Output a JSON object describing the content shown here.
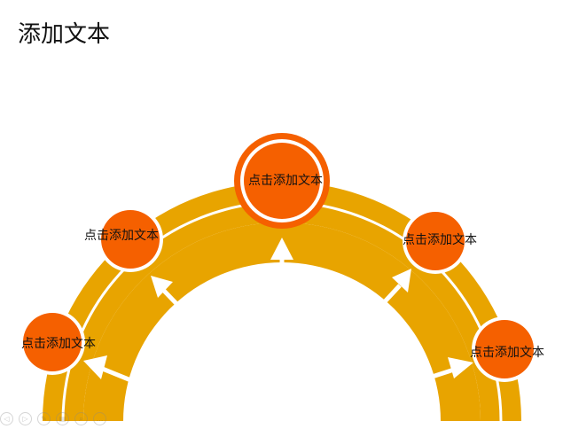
{
  "slide": {
    "title": "添加文本"
  },
  "diagram": {
    "nodes": [
      {
        "label": "点击添加文本"
      },
      {
        "label": "点击添加文本"
      },
      {
        "label": "点击添加文本"
      },
      {
        "label": "点击添加文本"
      },
      {
        "label": "点击添加文本"
      }
    ],
    "colors": {
      "arc": "#E8A400",
      "node": "#F56000",
      "node_ring": "#FFFFFF",
      "arrow": "#FFFFFF"
    }
  },
  "toolbar": {
    "icons": [
      "prev-icon",
      "play-icon",
      "pen-icon",
      "slides-icon",
      "zoom-icon",
      "more-icon"
    ]
  }
}
